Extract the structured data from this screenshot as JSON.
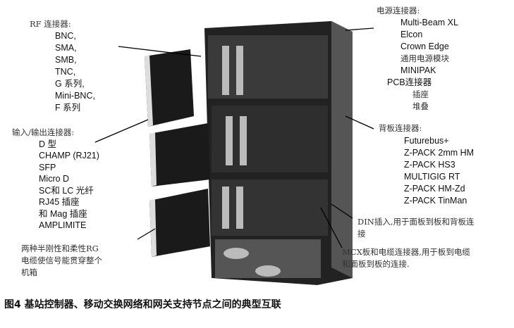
{
  "rf": {
    "header": "RF 连接器:",
    "items": [
      "BNC,",
      "SMA,",
      "SMB,",
      "TNC,",
      "G 系列,",
      "Mini-BNC,",
      "F 系列"
    ]
  },
  "io": {
    "header": "输入/输出连接器:",
    "items": [
      "D 型",
      "CHAMP (RJ21)",
      "SFP",
      "Micro D",
      "SC和 LC 光纤",
      "RJ45 插座",
      "和 Mag 插座",
      "AMPLIMITE"
    ]
  },
  "rg_note": [
    "两种半刚性和柔性RG",
    "电缆使信号能贯穿整个",
    "机箱"
  ],
  "power": {
    "header": "电源连接器:",
    "items": [
      "Multi-Beam XL",
      "Elcon",
      "Crown Edge",
      "通用电源模块",
      "MINIPAK"
    ]
  },
  "pcb": {
    "header": "PCB连接器",
    "items": [
      "插座",
      "堆叠"
    ]
  },
  "backplane": {
    "header": "背板连接器:",
    "items": [
      "Futurebus+",
      "Z-PACK 2mm HM",
      "Z-PACK HS3",
      "MULTIGIG RT",
      "Z-PACK HM-Zd",
      "Z-PACK TinMan"
    ]
  },
  "din_note": [
    "DIN插入,用于面板到板和背板连",
    "接"
  ],
  "mcx_note": [
    "MCX板和电缆连接器,用于板到电缆",
    "和面板到板的连接."
  ],
  "caption": "图4   基站控制器、移动交换网络和网关支持节点之间的典型互联"
}
